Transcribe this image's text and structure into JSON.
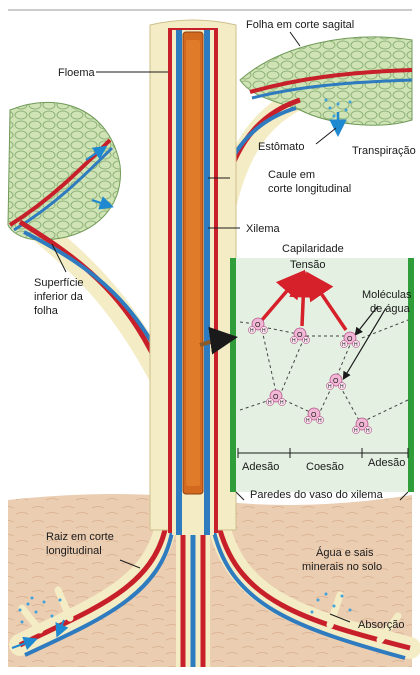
{
  "labels": {
    "folha_corte": "Folha em corte sagital",
    "floema": "Floema",
    "estomato": "Estômato",
    "transpiracao": "Transpiração",
    "caule_l1": "Caule em",
    "caule_l2": "corte longitudinal",
    "xilema": "Xilema",
    "capilaridade": "Capilaridade",
    "tensao": "Tensão",
    "moleculas_l1": "Moléculas",
    "moleculas_l2": "de água",
    "superficie_l1": "Superfície",
    "superficie_l2": "inferior da",
    "superficie_l3": "folha",
    "adesao_left": "Adesão",
    "coesao": "Coesão",
    "adesao_right": "Adesão",
    "paredes": "Paredes do vaso do xilema",
    "raiz_l1": "Raiz em corte",
    "raiz_l2": "longitudinal",
    "agua_l1": "Água e sais",
    "agua_l2": "minerais no solo",
    "absorcao": "Absorção"
  },
  "molecule": {
    "oxygen": "O",
    "hydrogen": "H"
  },
  "colors": {
    "xylem": "#2e7bbf",
    "phloem": "#c8202a",
    "pith": "#d2691e",
    "stem": "#f4ecc4",
    "leaf": "#cfe3b4",
    "soil": "#e9c9ad",
    "inset_bg": "#e4f1e2",
    "inset_wall": "#2f9e3a",
    "arrow": "#d6202a"
  }
}
